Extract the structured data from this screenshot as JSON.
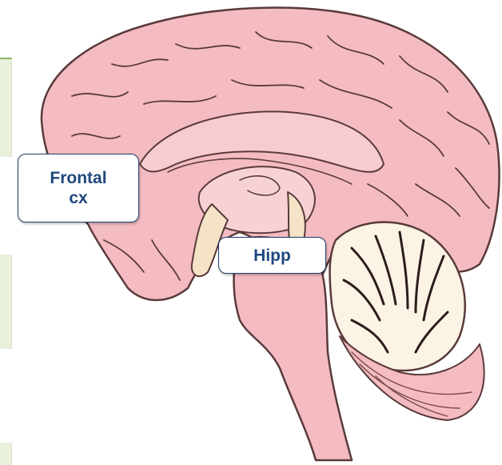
{
  "labels": {
    "frontal_line1": "Frontal",
    "frontal_line2": "cx",
    "hippocampus": "Hipp"
  },
  "colors": {
    "brain_fill": "#f4bcc2",
    "brain_outline": "#5a3a3a",
    "cerebellum_fill": "#fbf3e3",
    "label_text": "#1f497d",
    "label_border": "#1f3c6a",
    "side_strip": "#e9f0dc"
  }
}
